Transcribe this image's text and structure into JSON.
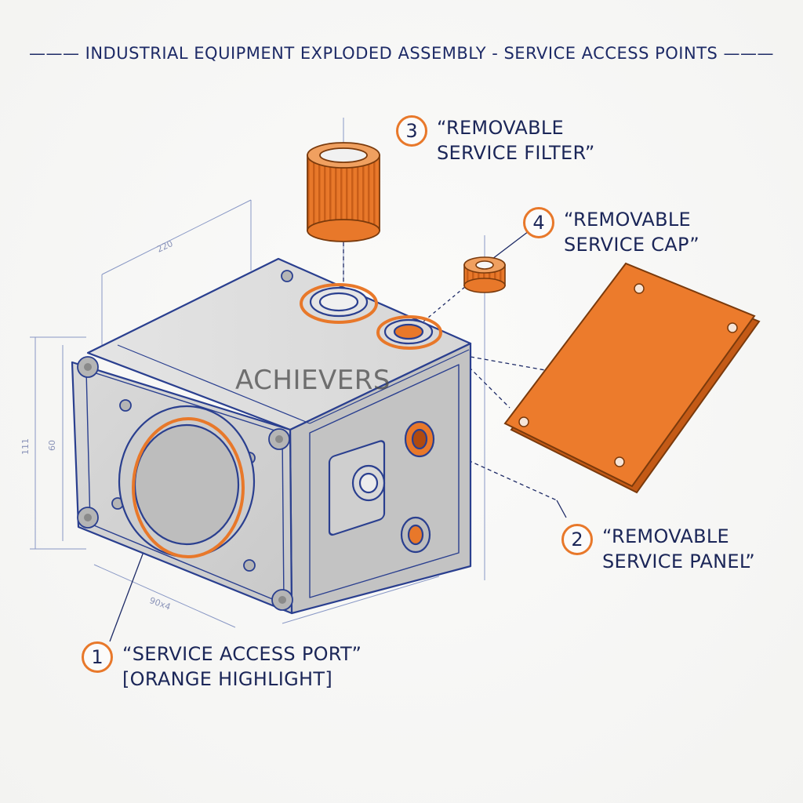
{
  "title": "——— INDUSTRIAL EQUIPMENT EXPLODED ASSEMBLY - SERVICE ACCESS POINTS ———",
  "watermark": "ACHIEVERS",
  "dimension_labels": {
    "top": "220",
    "left_outer": "111",
    "left_inner": "60",
    "bottom": "90x4"
  },
  "callouts": [
    {
      "number": "1",
      "line1": "“SERVICE ACCESS PORT”",
      "line2": "[ORANGE HIGHLIGHT]"
    },
    {
      "number": "2",
      "line1": "“REMOVABLE",
      "line2": "SERVICE PANEL”"
    },
    {
      "number": "3",
      "line1": "“REMOVABLE",
      "line2": "SERVICE FILTER”"
    },
    {
      "number": "4",
      "line1": "“REMOVABLE",
      "line2": "SERVICE CAP”"
    }
  ],
  "colors": {
    "outline": "#2a3f8f",
    "accent": "#e8782a",
    "body": "#d4d4d4",
    "text": "#1b2658"
  }
}
